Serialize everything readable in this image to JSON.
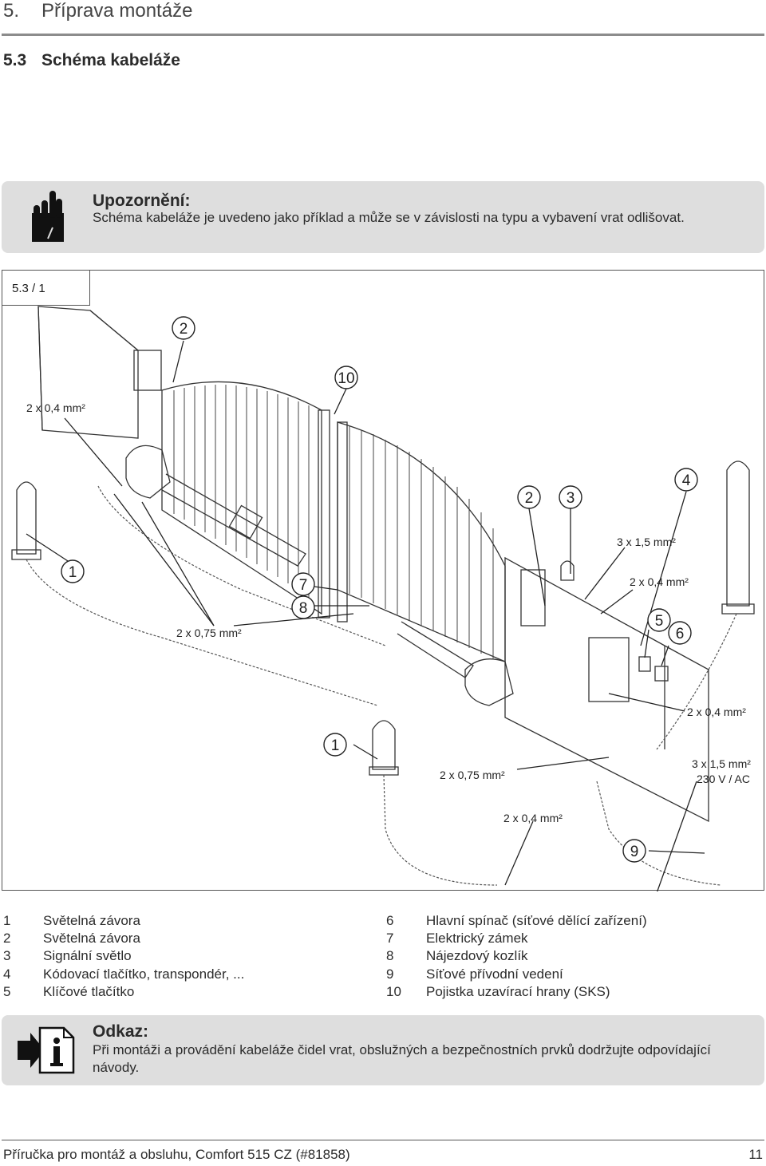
{
  "header": {
    "chapter_number": "5.",
    "chapter_title": "Příprava montáže",
    "section_number": "5.3",
    "section_title": "Schéma kabeláže"
  },
  "notice": {
    "icon": "hand-warning-icon",
    "heading": "Upozornění:",
    "text": "Schéma kabeláže je uvedeno jako příklad a může se v závislosti na typu a vybavení vrat odlišovat."
  },
  "figure": {
    "label": "5.3 / 1",
    "callouts": {
      "c1a": "1",
      "c1b": "1",
      "c2a": "2",
      "c2b": "2",
      "c3": "3",
      "c4": "4",
      "c5": "5",
      "c6": "6",
      "c7": "7",
      "c8": "8",
      "c9": "9",
      "c10": "10"
    },
    "wire_labels": {
      "w1": "2 x 0,4 mm²",
      "w2": "2 x 0,75 mm²",
      "w3": "3 x 1,5 mm²",
      "w4": "2 x 0,4 mm²",
      "w5": "2 x 0,4 mm²",
      "w6": "2 x 0,75 mm²",
      "w7a": "3 x 1,5 mm²",
      "w7b": "230 V / AC",
      "w8": "2 x 0,4 mm²"
    }
  },
  "legend": {
    "left": [
      {
        "n": "1",
        "text": "Světelná závora"
      },
      {
        "n": "2",
        "text": "Světelná závora"
      },
      {
        "n": "3",
        "text": "Signální světlo"
      },
      {
        "n": "4",
        "text": "Kódovací tlačítko, transpondér, ..."
      },
      {
        "n": "5",
        "text": "Klíčové tlačítko"
      }
    ],
    "right": [
      {
        "n": "6",
        "text": "Hlavní spínač (síťové dělící zařízení)"
      },
      {
        "n": "7",
        "text": "Elektrický zámek"
      },
      {
        "n": "8",
        "text": "Nájezdový kozlík"
      },
      {
        "n": "9",
        "text": "Síťové přívodní vedení"
      },
      {
        "n": "10",
        "text": "Pojistka uzavírací hrany (SKS)"
      }
    ]
  },
  "note": {
    "icon": "info-arrow-icon",
    "heading": "Odkaz:",
    "text": "Při montáži a provádění kabeláže čidel vrat, obslužných a bezpečnostních prvků dodržujte odpovídající návody."
  },
  "footer": {
    "left": "Příručka pro montáž a obsluhu, Comfort 515 CZ (#81858)",
    "page": "11"
  }
}
